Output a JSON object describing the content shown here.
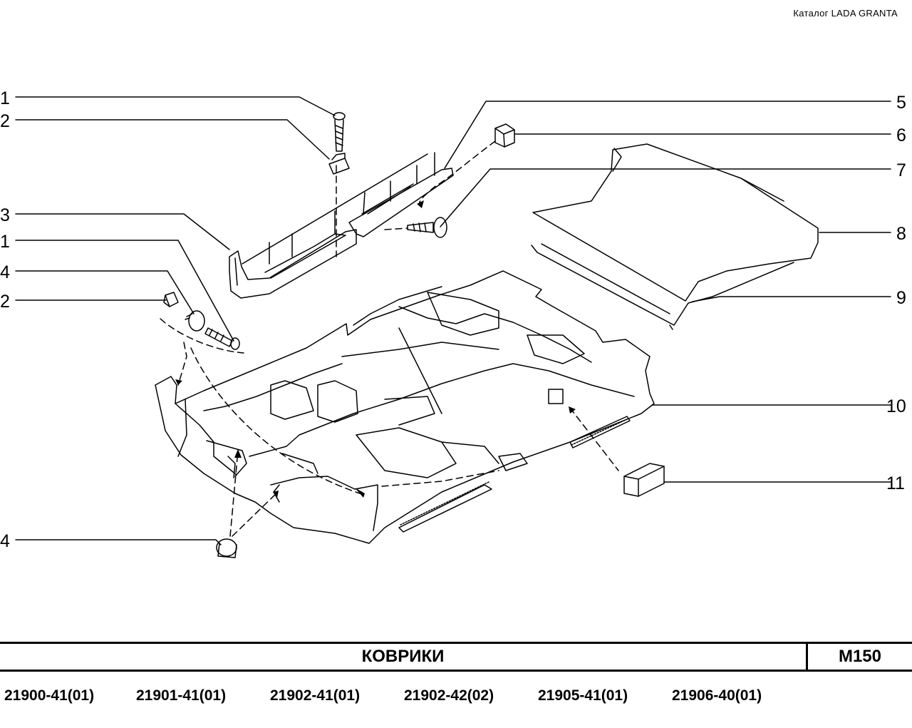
{
  "header": {
    "catalog": "Каталог  LADA  GRANTA"
  },
  "diagram": {
    "callouts": [
      {
        "id": "c1a",
        "label": "1"
      },
      {
        "id": "c2a",
        "label": "2"
      },
      {
        "id": "c3",
        "label": "3"
      },
      {
        "id": "c1b",
        "label": "1"
      },
      {
        "id": "c4a",
        "label": "4"
      },
      {
        "id": "c2b",
        "label": "2"
      },
      {
        "id": "c4b",
        "label": "4"
      },
      {
        "id": "c5",
        "label": "5"
      },
      {
        "id": "c6",
        "label": "6"
      },
      {
        "id": "c7",
        "label": "7"
      },
      {
        "id": "c8",
        "label": "8"
      },
      {
        "id": "c9",
        "label": "9"
      },
      {
        "id": "c10",
        "label": "10"
      },
      {
        "id": "c11",
        "label": "11"
      }
    ]
  },
  "title_bar": {
    "title": "КОВРИКИ",
    "code": "М150"
  },
  "models": [
    "21900-41(01)",
    "21901-41(01)",
    "21902-41(01)",
    "21902-42(02)",
    "21905-41(01)",
    "21906-40(01)"
  ]
}
